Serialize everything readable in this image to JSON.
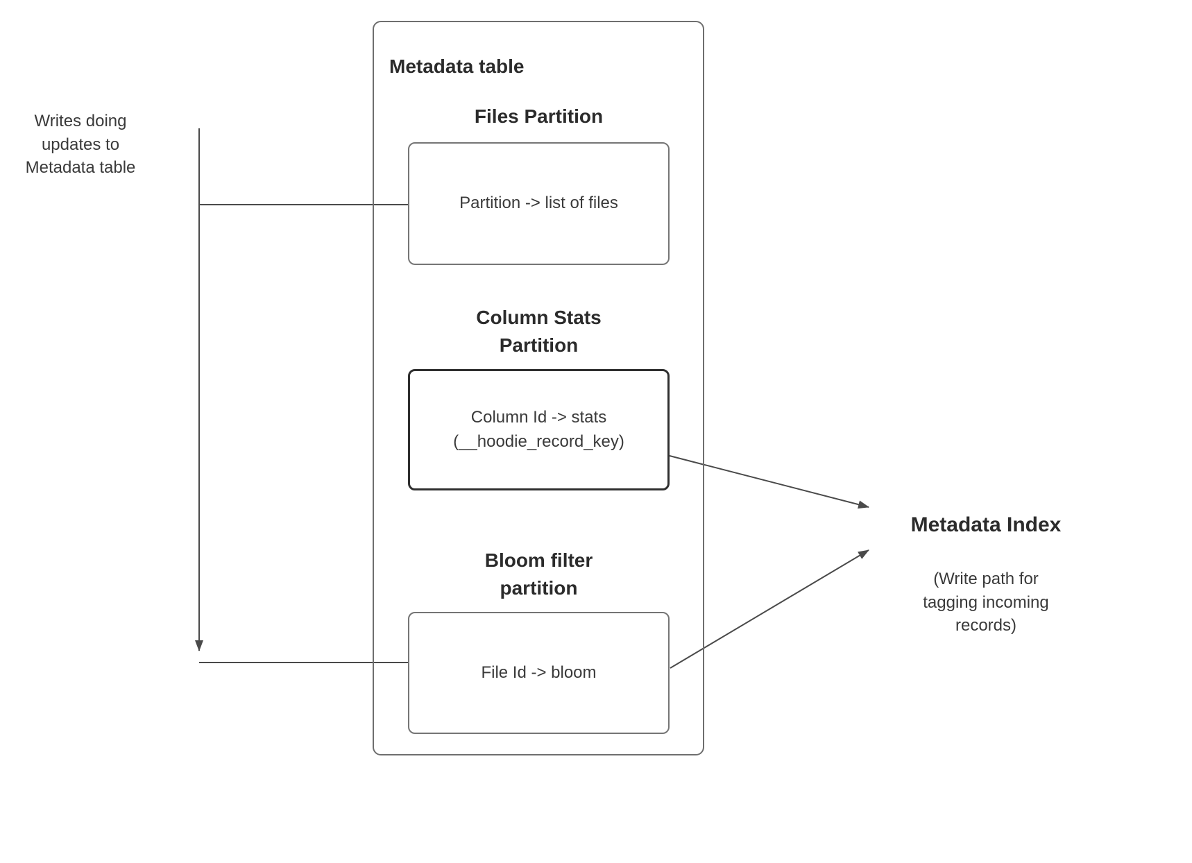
{
  "diagram": {
    "outer_title": "Metadata table",
    "left_note": {
      "line1": "Writes doing",
      "line2": "updates to",
      "line3": "Metadata table"
    },
    "files_partition": {
      "heading": "Files Partition",
      "body": "Partition -> list of files"
    },
    "column_stats_partition": {
      "heading_line1": "Column Stats",
      "heading_line2": "Partition",
      "body_line1": "Column Id  -> stats",
      "body_line2": "(__hoodie_record_key)"
    },
    "bloom_partition": {
      "heading_line1": "Bloom filter",
      "heading_line2": "partition",
      "body": "File Id -> bloom"
    },
    "metadata_index": {
      "title": "Metadata Index",
      "subtitle_line1": "(Write path for",
      "subtitle_line2": "tagging incoming",
      "subtitle_line3": "records)"
    },
    "colors": {
      "outer_border": "#6e6e6e",
      "node_border": "#757575",
      "dark_node_border": "#2f2f2f",
      "connector": "#4a4a4a",
      "text": "#3a3a3a"
    }
  }
}
